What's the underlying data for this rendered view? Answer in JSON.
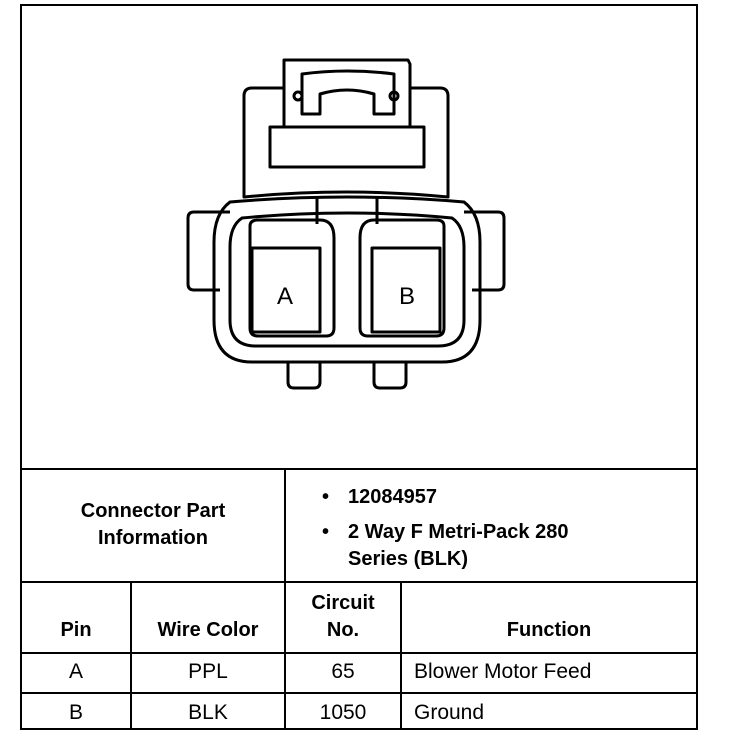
{
  "connector": {
    "cavity_a_label": "A",
    "cavity_b_label": "B"
  },
  "part_info": {
    "label_line1": "Connector Part",
    "label_line2": "Information",
    "items": [
      {
        "bullet": "•",
        "lines": [
          "12084957"
        ]
      },
      {
        "bullet": "•",
        "lines": [
          "2 Way F Metri-Pack 280",
          "Series (BLK)"
        ]
      }
    ]
  },
  "table": {
    "headers": {
      "pin": "Pin",
      "wire_color": "Wire Color",
      "circuit_line1": "Circuit",
      "circuit_line2": "No.",
      "function": "Function"
    },
    "rows": [
      {
        "pin": "A",
        "wire_color": "PPL",
        "circuit": "65",
        "function": "Blower Motor Feed"
      },
      {
        "pin": "B",
        "wire_color": "BLK",
        "circuit": "1050",
        "function": "Ground"
      }
    ]
  }
}
